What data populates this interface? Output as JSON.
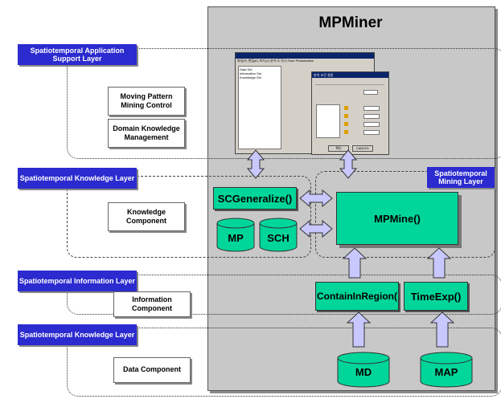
{
  "title": "MPMiner",
  "layers": {
    "application": "Spatiotemporal Application Support Layer",
    "knowledge": "Spatiotemporal Knowledge Layer",
    "mining": "Spatiotemporal Mining Layer",
    "information": "Spatiotemporal Information Layer",
    "data": "Spatiotemporal Knowledge Layer"
  },
  "components": {
    "moving_pattern": "Moving Pattern Mining Control",
    "domain_knowledge": "Domain Knowledge Management",
    "knowledge_component": "Knowledge Component",
    "information_component": "Information Component",
    "data_component": "Data Component"
  },
  "modules": {
    "scgeneralize": "SCGeneralize()",
    "mp": "MP",
    "sch": "SCH",
    "mpmine": "MPMine()",
    "contain": "ContainInRegion(",
    "timeexp": "TimeExp()",
    "md": "MD",
    "map": "MAP"
  },
  "screenshot": {
    "menu": "파일(F) 편집(E) 보기(V) 분석 도구(T)   Rule   Presentation",
    "tree_items": [
      "Data Set",
      "Information Set",
      "Knowledge Set"
    ],
    "dialog_title": "분석 조건 설정",
    "ok": "확인",
    "cancel": "CANCEL"
  }
}
